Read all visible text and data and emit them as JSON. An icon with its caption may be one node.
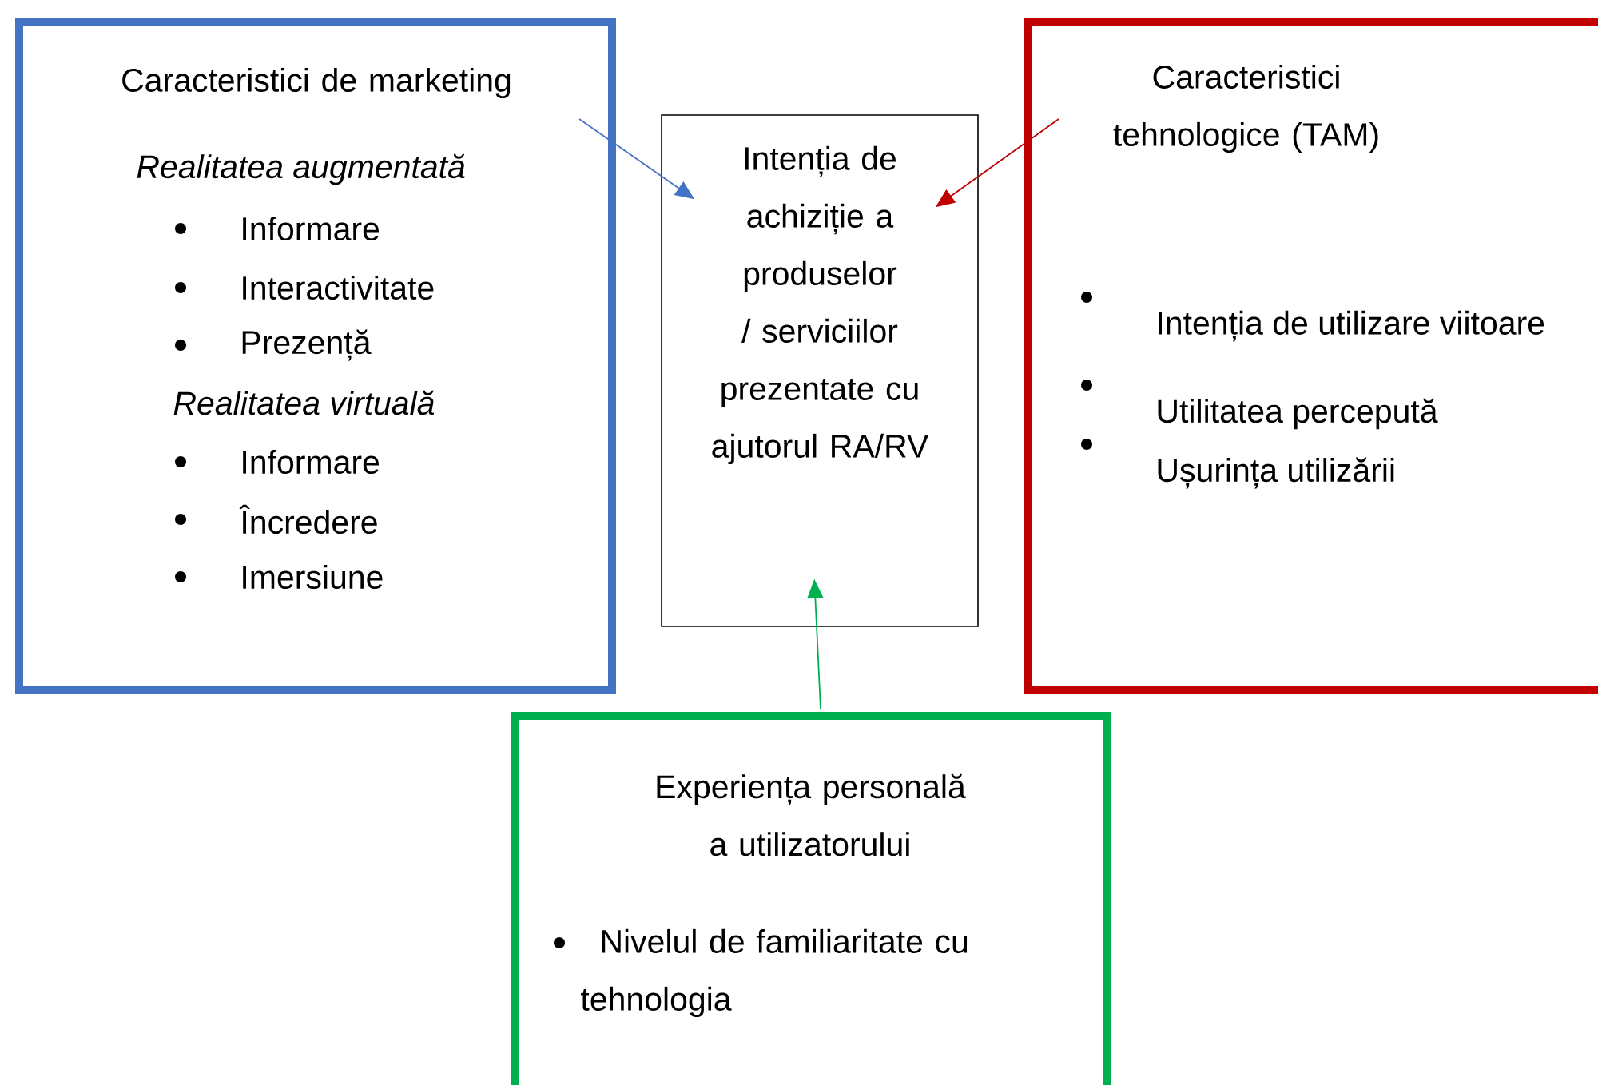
{
  "diagram": {
    "nodes": [
      {
        "text": [
          "Caracteristici de marketing",
          "Realitatea augmentată",
          "Informare",
          "Interactivitate",
          "Prezență",
          "Realitatea virtuală",
          "Informare",
          "Încredere",
          "Imersiune"
        ]
      },
      {
        "text": [
          "Intenția de achiziție a produselor / serviciilor prezentate cu ajutorul RA/RV"
        ]
      },
      {
        "text": [
          "Caracteristici tehnologice (TAM)",
          "Intenția de utilizare viitoare",
          "Utilitatea percepută",
          "Ușurința utilizării"
        ]
      },
      {
        "text": [
          "Experiența personală a utilizatorului",
          "Nivelul de familiaritate cu tehnologia"
        ]
      }
    ],
    "edges": [
      {
        "from": 0,
        "to": 1,
        "arrow": "to",
        "color": "#4472c4"
      },
      {
        "from": 2,
        "to": 1,
        "arrow": "to",
        "color": "#c00000"
      },
      {
        "from": 3,
        "to": 1,
        "arrow": "to",
        "color": "#00b050"
      }
    ]
  }
}
